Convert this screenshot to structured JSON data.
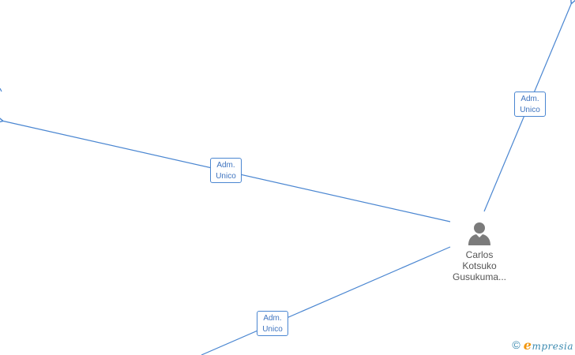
{
  "diagram": {
    "edges": [
      {
        "id": "edge-left",
        "label_line1": "Adm.",
        "label_line2": "Unico"
      },
      {
        "id": "edge-top-right",
        "label_line1": "Adm.",
        "label_line2": "Unico"
      },
      {
        "id": "edge-bottom-left",
        "label_line1": "Adm.",
        "label_line2": "Unico"
      }
    ],
    "person": {
      "name_line1": "Carlos",
      "name_line2": "Kotsuko",
      "name_line3": "Gusukuma...",
      "icon": "person-icon"
    },
    "colors": {
      "edge": "#4a86d1",
      "label_text": "#3f74bf",
      "node_icon": "#7b7b7b"
    }
  },
  "watermark": {
    "symbol": "©",
    "brand_initial": "e",
    "brand_rest": "mpresia"
  }
}
